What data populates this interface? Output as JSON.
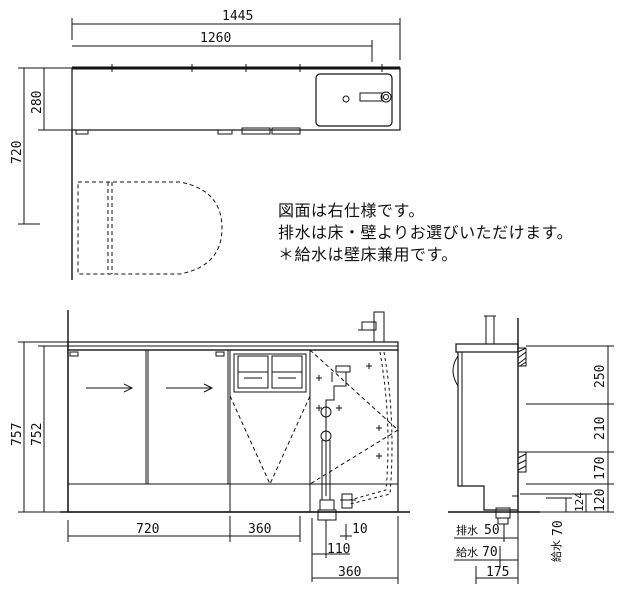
{
  "notes": [
    "図面は右仕様です。",
    "排水は床・壁よりお選びいただけます。",
    "＊給水は壁床兼用です。"
  ],
  "dimensions": {
    "top_total_width": "1445",
    "top_counter_width": "1260",
    "top_depth": "280",
    "top_total_depth": "720",
    "front_height_total": "757",
    "front_height_body": "752",
    "front_cab_left": "720",
    "front_cab_mid": "360",
    "front_pipe_offset": "10",
    "front_drain_offset": "110",
    "front_sink_width": "360",
    "side_h1": "250",
    "side_h2": "210",
    "side_h3": "170",
    "side_h4": "120",
    "side_h5": "124",
    "side_supply_v": "70",
    "side_drain_val": "50",
    "side_supply_val": "70",
    "side_depth": "175"
  },
  "labels": {
    "drain": "排水",
    "supply": "給水",
    "supply_vertical": "給水"
  }
}
